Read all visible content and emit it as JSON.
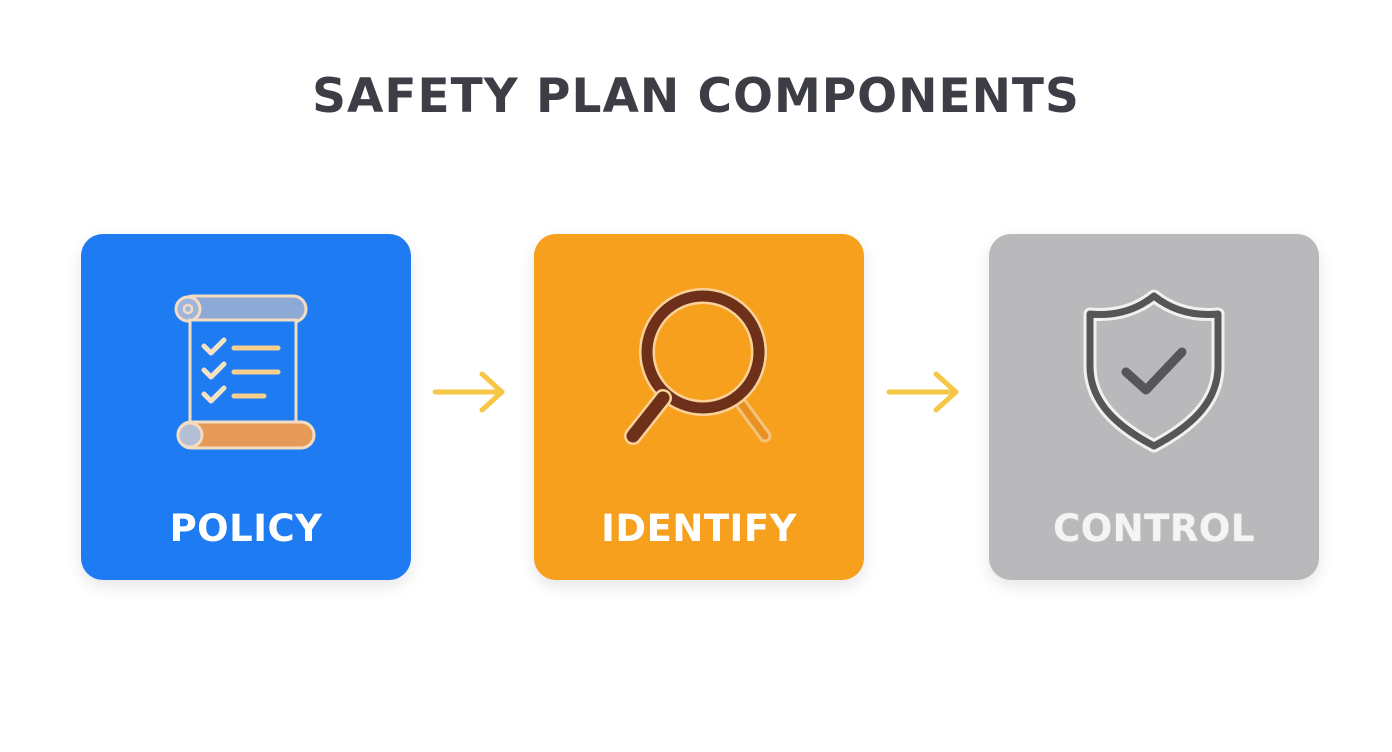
{
  "title": "SAFETY PLAN COMPONENTS",
  "steps": [
    {
      "label": "POLICY",
      "icon": "checklist-scroll-icon",
      "color": "#1e7bf2"
    },
    {
      "label": "IDENTIFY",
      "icon": "magnifying-glass-icon",
      "color": "#f7a01e"
    },
    {
      "label": "CONTROL",
      "icon": "shield-check-icon",
      "color": "#b9b9bc"
    }
  ],
  "arrows": [
    {
      "icon": "arrow-right-icon",
      "color": "#f6c646"
    },
    {
      "icon": "arrow-right-icon",
      "color": "#f6c646"
    }
  ]
}
